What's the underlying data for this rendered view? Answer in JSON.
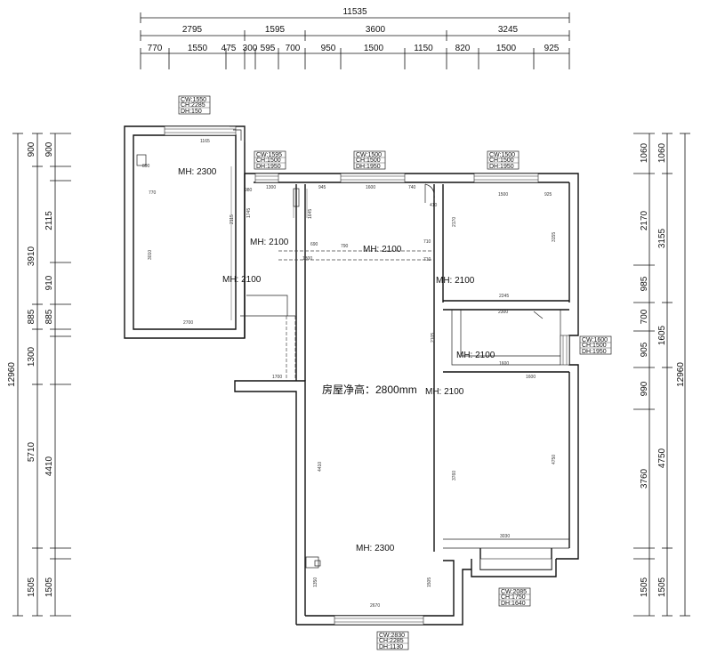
{
  "dimensions": {
    "top_total": "11535",
    "top_level1": [
      "2795",
      "1595",
      "3600",
      "3245"
    ],
    "top_level2": [
      "770",
      "1550",
      "475",
      "300",
      "595",
      "700",
      "950",
      "1500",
      "1150",
      "820",
      "1500",
      "925"
    ],
    "left_total": "12960",
    "left_level1": [
      "900",
      "3910",
      "885",
      "1300",
      "5710",
      "1505"
    ],
    "left_level2": [
      "900",
      "2115",
      "910",
      "885",
      "4410",
      "1505"
    ],
    "right_total": "12960",
    "right_level1": [
      "1060",
      "2170",
      "985",
      "700",
      "905",
      "990",
      "3760",
      "1505"
    ],
    "right_level2": [
      "1060",
      "3155",
      "1605",
      "4750",
      "1505"
    ]
  },
  "room_heights": [
    "MH: 2300",
    "MH: 2100",
    "MH: 2100",
    "MH: 2100",
    "MH: 2100",
    "MH: 2100",
    "MH: 2100",
    "MH: 2300"
  ],
  "ceiling_note": "房屋净高：2800mm",
  "window_tags": [
    [
      "CW:1550",
      "CH:2285",
      "DH:150"
    ],
    [
      "CW:1595",
      "CH:1500",
      "DH:1950"
    ],
    [
      "CW:1500",
      "CH:1500",
      "DH:1950"
    ],
    [
      "CW:1500",
      "CH:1500",
      "DH:1950"
    ],
    [
      "CW:1600",
      "CH:1500",
      "DH:1950"
    ],
    [
      "CW:2085",
      "CH:1750",
      "DH:1640"
    ],
    [
      "CW:2830",
      "CH:2285",
      "DH:1130"
    ]
  ],
  "inner_dims": [
    "1165",
    "770",
    "1300",
    "1600",
    "945",
    "740",
    "410",
    "1500",
    "925",
    "2115",
    "1745",
    "2170",
    "3155",
    "3010",
    "690",
    "790",
    "1300",
    "710",
    "710",
    "2245",
    "2105",
    "2700",
    "1700",
    "4410",
    "3760",
    "4750",
    "3030",
    "2300",
    "1600",
    "1600",
    "1350",
    "2670",
    "1505",
    "980",
    "1645",
    "890"
  ]
}
